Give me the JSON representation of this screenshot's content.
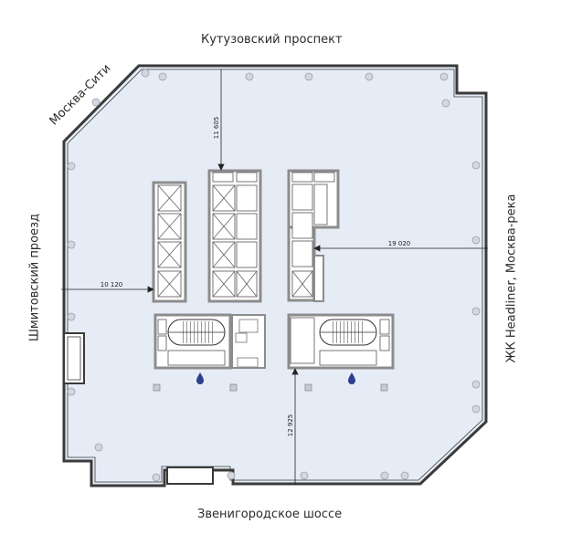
{
  "streets": {
    "top": "Кутузовский проспект",
    "bottom": "Звенигородское шоссе",
    "left": "Шмитовский проезд",
    "right": "ЖК Headliner, Москва-река",
    "corner": "Москва-Сити"
  },
  "dimensions": {
    "top_to_core": "11 605",
    "left_to_core": "10 120",
    "right_to_core": "19 020",
    "bottom_to_core": "12 925"
  },
  "colors": {
    "floor": "#e6ecf6",
    "wall": "#3a3a3a",
    "core_fill": "#ffffff",
    "core_wall": "#8c8c8c",
    "water_marker": "#2f3f8f"
  },
  "icons": {
    "wet_point": "water-drop-icon",
    "column": "column-circle-icon"
  }
}
